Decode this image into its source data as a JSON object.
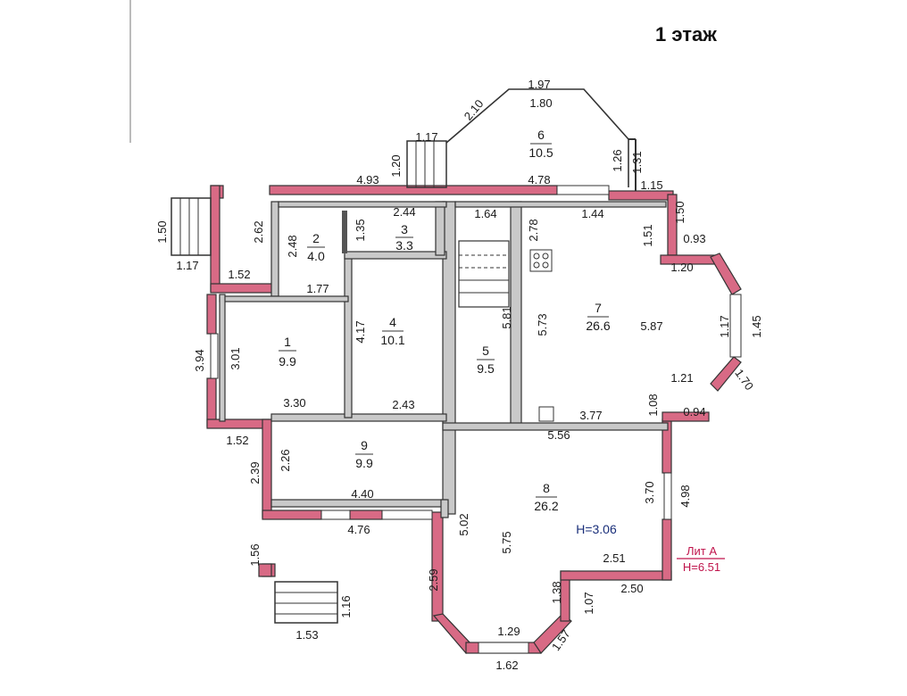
{
  "floor_title": "1 этаж",
  "colors": {
    "exterior_wall": "#d86a85",
    "interior_wall": "#c9c9c9",
    "lit_label": "#c0144c",
    "height_label": "#1a2f7a"
  },
  "rooms": [
    {
      "id": "1",
      "area": "9.9"
    },
    {
      "id": "2",
      "area": "4.0"
    },
    {
      "id": "3",
      "area": "3.3"
    },
    {
      "id": "4",
      "area": "10.1"
    },
    {
      "id": "5",
      "area": "9.5"
    },
    {
      "id": "6",
      "area": "10.5"
    },
    {
      "id": "7",
      "area": "26.6"
    },
    {
      "id": "8",
      "area": "26.2"
    },
    {
      "id": "9",
      "area": "9.9"
    }
  ],
  "dimensions": {
    "top_197": "1.97",
    "top_180": "1.80",
    "left_210": "2.10",
    "right_126": "1.26",
    "right_131": "1.31",
    "porch_117": "1.17",
    "porch_120": "1.20",
    "wall_493": "4.93",
    "wall_478": "4.78",
    "wall_115": "1.15",
    "d_244": "2.44",
    "d_135": "1.35",
    "d_164": "1.64",
    "d_144": "1.44",
    "d_150": "1.50",
    "d_278": "2.78",
    "d_151": "1.51",
    "d_093": "0.93",
    "d_120": "1.20",
    "d_262": "2.62",
    "d_248": "2.48",
    "d_150b": "1.50",
    "d_117b": "1.17",
    "d_152": "1.52",
    "d_177": "1.77",
    "d_301": "3.01",
    "d_394": "3.94",
    "d_417": "4.17",
    "d_573": "5.73",
    "d_581": "5.81",
    "d_587": "5.87",
    "d_117c": "1.17",
    "d_145": "1.45",
    "d_121": "1.21",
    "d_170": "1.70",
    "d_108": "1.08",
    "d_094": "0.94",
    "d_330": "3.30",
    "d_243": "2.43",
    "d_377": "3.77",
    "d_556": "5.56",
    "d_152b": "1.52",
    "d_226": "2.26",
    "d_239": "2.39",
    "d_440": "4.40",
    "d_370": "3.70",
    "d_498": "4.98",
    "d_476": "4.76",
    "d_502": "5.02",
    "d_575": "5.75",
    "d_156": "1.56",
    "d_251": "2.51",
    "d_259": "2.59",
    "d_138": "1.38",
    "d_107": "1.07",
    "d_250": "2.50",
    "d_116": "1.16",
    "d_153": "1.53",
    "d_129": "1.29",
    "d_157": "1.57",
    "d_162": "1.62"
  },
  "height_label": "H=3.06",
  "lit_label": "Лит А",
  "lit_height": "H=6.51"
}
